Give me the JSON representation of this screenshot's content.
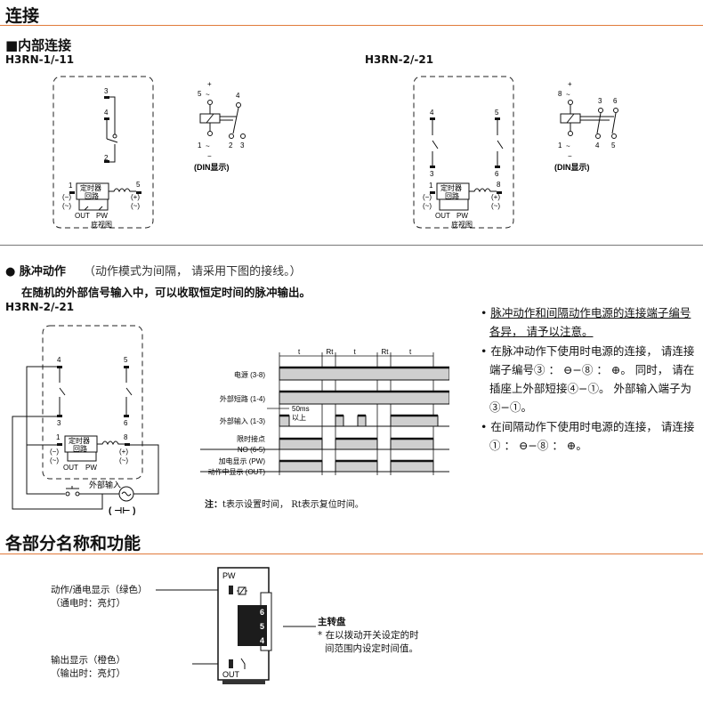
{
  "section1": {
    "title": "连接",
    "subtitle": "■内部连接"
  },
  "models": {
    "left": "H3RN-1/-11",
    "right": "H3RN-2/-21",
    "pulse": "H3RN-2/-21"
  },
  "diagram_common": {
    "timer_line1": "定时器",
    "timer_line2": "回路",
    "minus": "(−)",
    "plus": "(+)",
    "ac": "(~)",
    "out": "OUT",
    "pw": "PW",
    "bottom_view": "底视图",
    "din_label": "(DIN显示)",
    "plus_sign": "+",
    "minus_sign": "−",
    "tilde": "~"
  },
  "diagram1": {
    "terminals": [
      "1",
      "2",
      "3",
      "4",
      "5"
    ]
  },
  "diagram2": {
    "terminals": [
      "1",
      "3",
      "4",
      "5",
      "6",
      "8"
    ]
  },
  "pulse": {
    "bullet_title": "脉冲动作",
    "bullet_note": "（动作模式为间隔， 请采用下图的接线。）",
    "desc": "在随机的外部信号输入中，可以收取恒定时间的脉冲输出。",
    "external_input": "外部输入",
    "source_symbol": "( ⊣⊢ )"
  },
  "timing": {
    "t": "t",
    "rt": "Rt",
    "rows": [
      "电源 (3-8)",
      "外部短路 (1-4)",
      "外部输入 (1-3)",
      "限时接点",
      "NO (6-5)",
      "加电显示 (PW)",
      "动作中显示 (OUT)"
    ],
    "min_pulse": "50ms",
    "min_pulse2": "以上",
    "note_label": "注：",
    "note_text": "t表示设置时间， Rt表示复位时间。"
  },
  "notes": [
    {
      "text": "脉冲动作和间隔动作电源的连接端子编号各异， 请予以注意。",
      "underline": true
    },
    {
      "text": "在脉冲动作下使用时电源的连接， 请连接端子编号③ ： ⊖−⑧ ： ⊕。 同时， 请在插座上外部短接④−①。 外部输入端子为③−①。"
    },
    {
      "text": "在间隔动作下使用时电源的连接， 请连接① ： ⊖−⑧ ： ⊕。"
    }
  ],
  "section2": {
    "title": "各部分名称和功能"
  },
  "parts": {
    "pw_label": "动作/通电显示（绿色）",
    "pw_sub": "（通电时：亮灯）",
    "out_label": "输出显示（橙色）",
    "out_sub": "（输出时：亮灯）",
    "dial_label": "主转盘",
    "dial_note1": "* 在以拨动开关设定的时",
    "dial_note2": "间范围内设定时间值。",
    "device_pw": "PW",
    "device_out": "OUT",
    "dial_digits": [
      "6",
      "5",
      "4"
    ]
  },
  "colors": {
    "accent_line": "#e07a3a",
    "bar_fill": "#cfcfcf"
  }
}
